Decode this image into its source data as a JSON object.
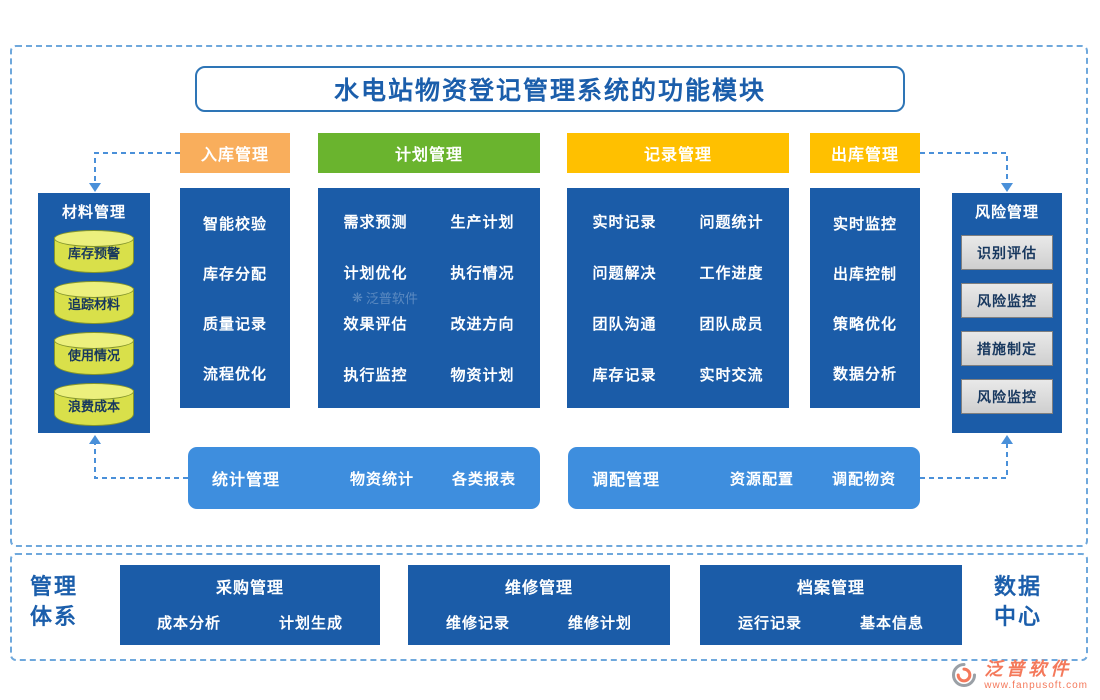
{
  "title": "水电站物资登记管理系统的功能模块",
  "tabs": {
    "inbound": "入库管理",
    "plan": "计划管理",
    "record": "记录管理",
    "outbound": "出库管理"
  },
  "material": {
    "title": "材料管理",
    "items": [
      "库存预警",
      "追踪材料",
      "使用情况",
      "浪费成本"
    ]
  },
  "inbound_panel": {
    "items": [
      "智能校验",
      "库存分配",
      "质量记录",
      "流程优化"
    ]
  },
  "plan_panel": {
    "items": [
      "需求预测",
      "生产计划",
      "计划优化",
      "执行情况",
      "效果评估",
      "改进方向",
      "执行监控",
      "物资计划"
    ]
  },
  "record_panel": {
    "items": [
      "实时记录",
      "问题统计",
      "问题解决",
      "工作进度",
      "团队沟通",
      "团队成员",
      "库存记录",
      "实时交流"
    ]
  },
  "outbound_panel": {
    "items": [
      "实时监控",
      "出库控制",
      "策略优化",
      "数据分析"
    ]
  },
  "risk": {
    "title": "风险管理",
    "items": [
      "识别评估",
      "风险监控",
      "措施制定",
      "风险监控"
    ]
  },
  "stats_bar": {
    "title": "统计管理",
    "items": [
      "物资统计",
      "各类报表"
    ]
  },
  "dispatch_bar": {
    "title": "调配管理",
    "items": [
      "资源配置",
      "调配物资"
    ]
  },
  "bottom": {
    "left_label": "管理体系",
    "right_label": "数据中心",
    "panels": [
      {
        "title": "采购管理",
        "items": [
          "成本分析",
          "计划生成"
        ]
      },
      {
        "title": "维修管理",
        "items": [
          "维修记录",
          "维修计划"
        ]
      },
      {
        "title": "档案管理",
        "items": [
          "运行记录",
          "基本信息"
        ]
      }
    ]
  },
  "watermark": {
    "text": "泛普软件"
  },
  "logo": {
    "name": "泛普软件",
    "url": "www.fanpusoft.com"
  },
  "colors": {
    "panel_blue": "#1B5CA8",
    "bar_blue": "#3E8EDE",
    "tab_orange": "#F9AE5C",
    "tab_green": "#6AB42E",
    "tab_gold": "#FFC000",
    "dashed_border": "#6FA8DC",
    "title_text": "#1B5EAB",
    "logo_orange": "#F4795B",
    "cylinder_yellow": "#D9E04A",
    "risk_button_gray": "#D9D9D9"
  }
}
